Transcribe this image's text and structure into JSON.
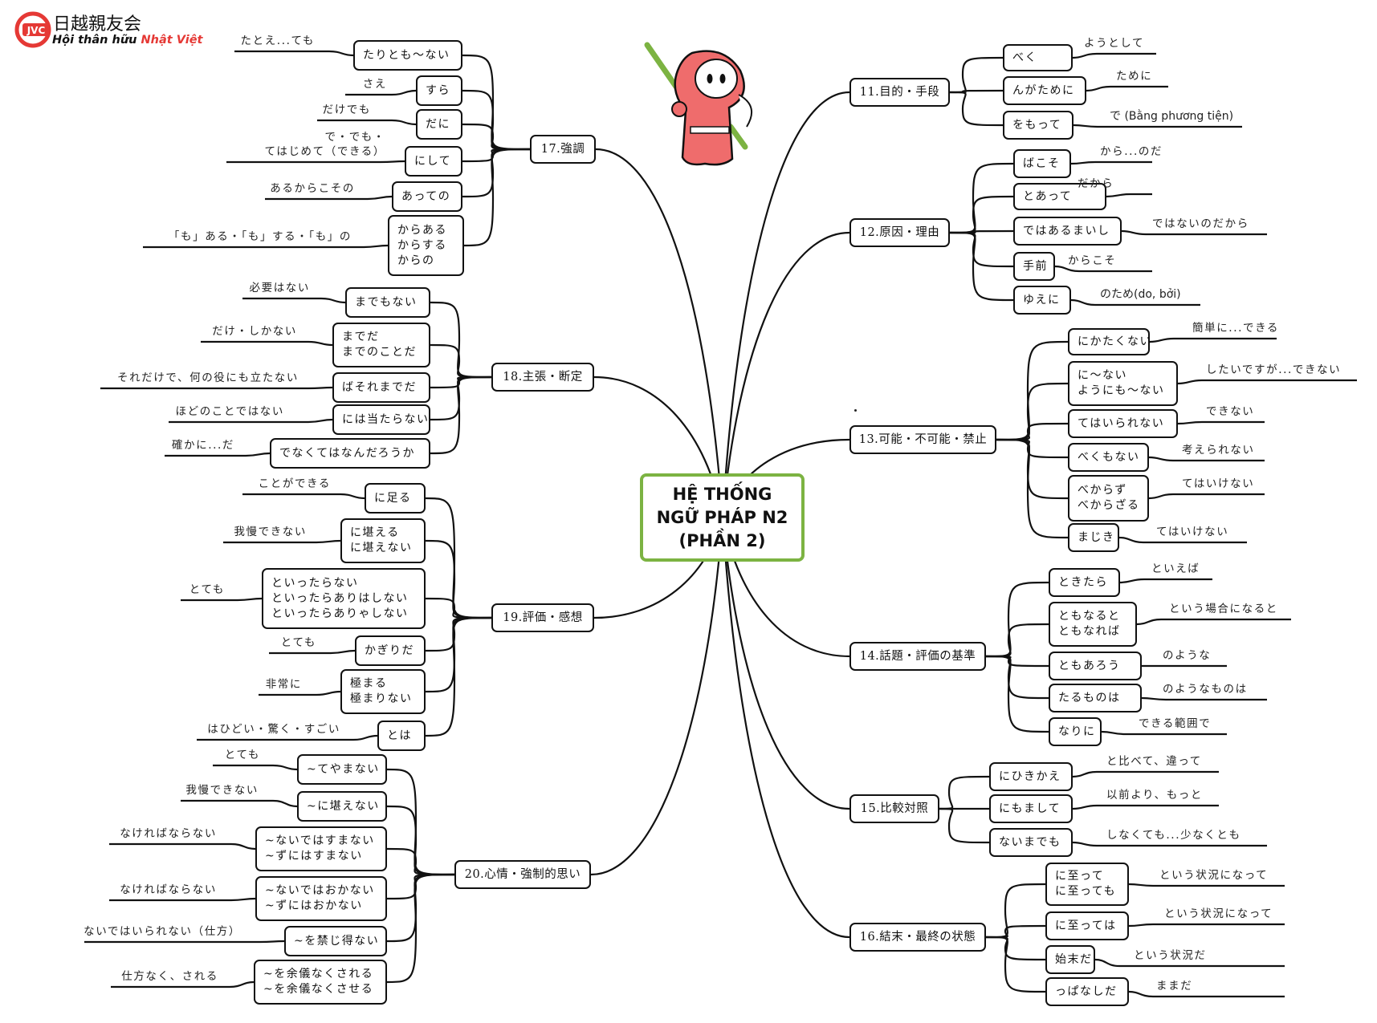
{
  "logo": {
    "badge": "JVC",
    "name_jp": "日越親友会",
    "name_vi_prefix": "Hội thân hữu ",
    "name_vi_accent": "Nhật Việt"
  },
  "center": {
    "line1": "HỆ THỐNG",
    "line2": "NGỮ PHÁP N2",
    "line3": "(PHẦN 2)"
  },
  "colors": {
    "center_border": "#7cb342",
    "logo_red": "#e53935",
    "mascot": "#ef6c6c"
  },
  "mascot_icon": "ninja-mascot",
  "right_groups": [
    {
      "title": "11.目的・手段",
      "items": [
        {
          "text": "べく",
          "meaning": "ようとして"
        },
        {
          "text": "んがために",
          "meaning": "ために"
        },
        {
          "text": "をもって",
          "meaning": "で (Bằng phương tiện)"
        }
      ]
    },
    {
      "title": "12.原因・理由",
      "items": [
        {
          "text": "ばこそ",
          "meaning": "から...のだ"
        },
        {
          "text": "とあって",
          "meaning": "だから"
        },
        {
          "text": "ではあるまいし",
          "meaning": "ではないのだから"
        },
        {
          "text": "手前",
          "meaning": "からこそ"
        },
        {
          "text": "ゆえに",
          "meaning": "のため(do, bởi)"
        }
      ]
    },
    {
      "title": "13.可能・不可能・禁止",
      "items": [
        {
          "text": "にかたくない",
          "meaning": "簡単に...できる"
        },
        {
          "text": "に～ない\nようにも～ない",
          "meaning": "したいですが...できない"
        },
        {
          "text": "てはいられない",
          "meaning": "できない"
        },
        {
          "text": "べくもない",
          "meaning": "考えられない"
        },
        {
          "text": "べからず\nべからざる",
          "meaning": "てはいけない"
        },
        {
          "text": "まじき",
          "meaning": "てはいけない"
        }
      ]
    },
    {
      "title": "14.話題・評価の基準",
      "items": [
        {
          "text": "ときたら",
          "meaning": "といえば"
        },
        {
          "text": "ともなると\nともなれば",
          "meaning": "という場合になると"
        },
        {
          "text": "ともあろう",
          "meaning": "のような"
        },
        {
          "text": "たるものは",
          "meaning": "のようなものは"
        },
        {
          "text": "なりに",
          "meaning": "できる範囲で"
        }
      ]
    },
    {
      "title": "15.比較対照",
      "items": [
        {
          "text": "にひきかえ",
          "meaning": "と比べて、違って"
        },
        {
          "text": "にもまして",
          "meaning": "以前より、もっと"
        },
        {
          "text": "ないまでも",
          "meaning": "しなくても...少なくとも"
        }
      ]
    },
    {
      "title": "16.結末・最終の状態",
      "items": [
        {
          "text": "に至って\nに至っても",
          "meaning": "という状況になって"
        },
        {
          "text": "に至っては",
          "meaning": "という状況になって"
        },
        {
          "text": "始末だ",
          "meaning": "という状況だ"
        },
        {
          "text": "っぱなしだ",
          "meaning": "ままだ"
        }
      ]
    }
  ],
  "left_groups": [
    {
      "title": "17.強調",
      "items": [
        {
          "text": "たりとも～ない",
          "meaning": "たとえ...ても"
        },
        {
          "text": "すら",
          "meaning": "さえ"
        },
        {
          "text": "だに",
          "meaning": "だけでも"
        },
        {
          "text": "にして",
          "meaning": "で・でも・\nてはじめて（できる）"
        },
        {
          "text": "あっての",
          "meaning": "あるからこその"
        },
        {
          "text": "からある\nからする\nからの",
          "meaning": "「も」ある・「も」する・「も」の"
        }
      ]
    },
    {
      "title": "18.主張・断定",
      "items": [
        {
          "text": "までもない",
          "meaning": "必要はない"
        },
        {
          "text": "までだ\nまでのことだ",
          "meaning": "だけ・しかない"
        },
        {
          "text": "ばそれまでだ",
          "meaning": "それだけで、何の役にも立たない"
        },
        {
          "text": "には当たらない",
          "meaning": "ほどのことではない"
        },
        {
          "text": "でなくてはなんだろうか",
          "meaning": "確かに...だ"
        }
      ]
    },
    {
      "title": "19.評価・感想",
      "items": [
        {
          "text": "に足る",
          "meaning": "ことができる"
        },
        {
          "text": "に堪える\nに堪えない",
          "meaning": "我慢できない"
        },
        {
          "text": "といったらない\nといったらありはしない\nといったらありゃしない",
          "meaning": "とても"
        },
        {
          "text": "かぎりだ",
          "meaning": "とても"
        },
        {
          "text": "極まる\n極まりない",
          "meaning": "非常に"
        },
        {
          "text": "とは",
          "meaning": "はひどい・驚く・すごい"
        }
      ]
    },
    {
      "title": "20.心情・強制的思い",
      "items": [
        {
          "text": "~てやまない",
          "meaning": "とても"
        },
        {
          "text": "~に堪えない",
          "meaning": "我慢できない"
        },
        {
          "text": "~ないではすまない\n~ずにはすまない",
          "meaning": "なければならない"
        },
        {
          "text": "~ないではおかない\n~ずにはおかない",
          "meaning": "なければならない"
        },
        {
          "text": "~を禁じ得ない",
          "meaning": "ないではいられない（仕方）"
        },
        {
          "text": "~を余儀なくされる\n~を余儀なくさせる",
          "meaning": "仕方なく、される"
        }
      ]
    }
  ]
}
